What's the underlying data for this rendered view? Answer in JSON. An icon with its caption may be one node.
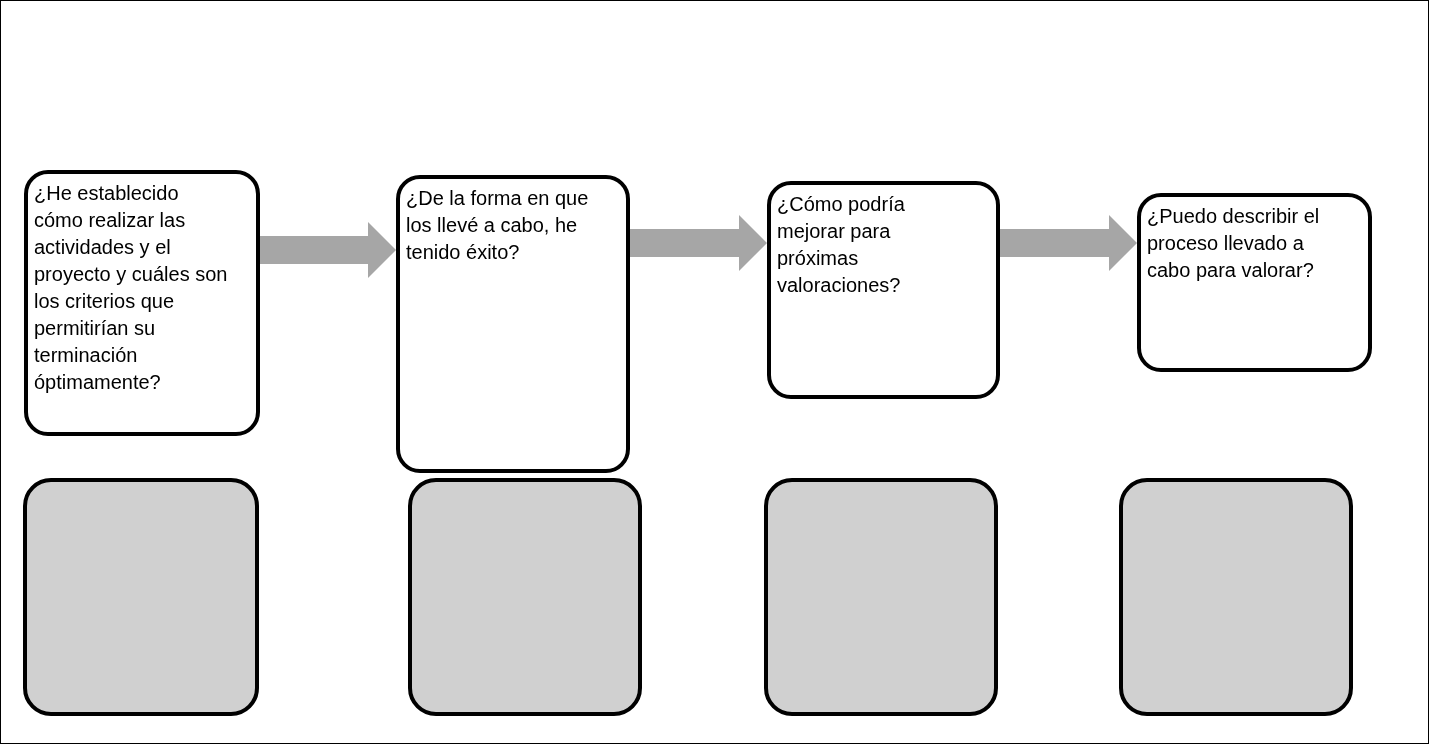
{
  "diagram": {
    "nodes": [
      {
        "text": [
          "¿He establecido cómo realizar las actividades y el proyecto y cuáles son los criterios que permitirían su terminación óptimamente?"
        ]
      },
      {
        "text": [
          "¿De la forma en que los llevé a cabo, he tenido éxito?"
        ]
      },
      {
        "text": [
          "¿Cómo podría mejorar para próximas valoraciones?"
        ]
      },
      {
        "text": [
          "¿Puedo describir el proceso llevado a cabo para valorar?"
        ]
      },
      {
        "text": [],
        "shape": "box"
      },
      {
        "text": [],
        "shape": "box"
      },
      {
        "text": [],
        "shape": "box"
      },
      {
        "text": [],
        "shape": "box"
      }
    ],
    "edges": [
      {
        "from": 0,
        "to": 1,
        "arrow": "to",
        "style": "thick",
        "color": "#a6a6a6"
      },
      {
        "from": 1,
        "to": 2,
        "arrow": "to",
        "style": "thick",
        "color": "#a6a6a6"
      },
      {
        "from": 2,
        "to": 3,
        "arrow": "to",
        "style": "thick",
        "color": "#a6a6a6"
      }
    ]
  }
}
